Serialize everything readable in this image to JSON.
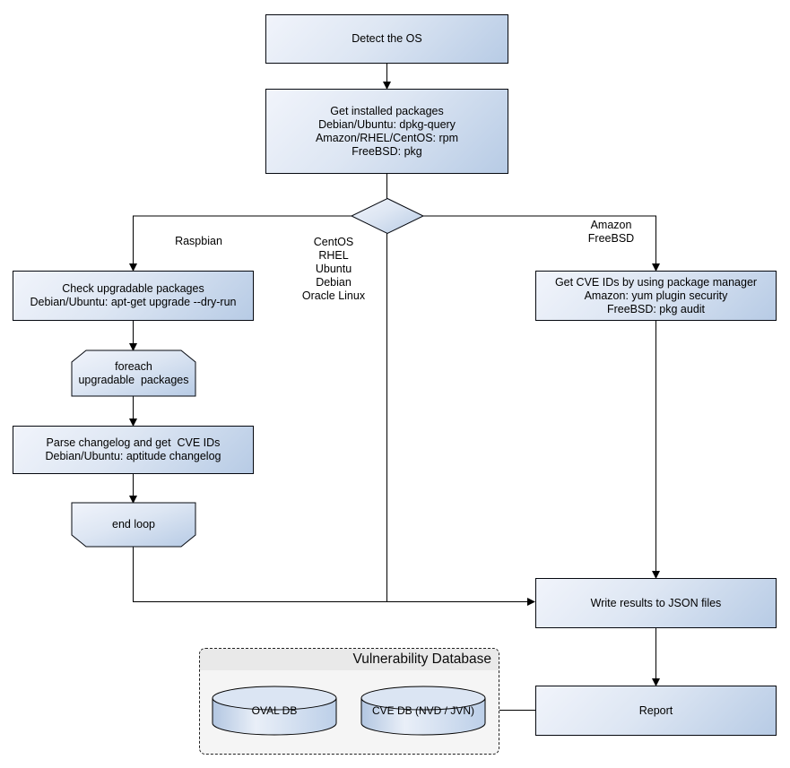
{
  "nodes": {
    "detect_os": "Detect the OS",
    "get_installed_packages": "Get installed packages\nDebian/Ubuntu: dpkg-query\nAmazon/RHEL/CentOS: rpm\nFreeBSD: pkg",
    "check_upgradable": "Check upgradable packages\nDebian/Ubuntu: apt-get upgrade --dry-run",
    "foreach_loop": "foreach\nupgradable  packages",
    "parse_changelog": "Parse changelog and get  CVE IDs\nDebian/Ubuntu: aptitude changelog",
    "end_loop": "end loop",
    "get_cve_ids": "Get CVE IDs by using package manager\nAmazon: yum plugin security\nFreeBSD: pkg audit",
    "write_results": "Write results to JSON files",
    "report": "Report"
  },
  "edge_labels": {
    "left_branch": "Raspbian",
    "middle_branch": "CentOS\nRHEL\nUbuntu\nDebian\nOracle Linux",
    "right_branch": "Amazon\nFreeBSD"
  },
  "vulnerability_database": {
    "title": "Vulnerability Database",
    "oval_db": "OVAL DB",
    "cve_db": "CVE DB (NVD / JVN)"
  },
  "colors": {
    "node_fill_light": "#f1f4fb",
    "node_fill_dark": "#b7cbe5",
    "node_border": "#05080f",
    "connector": "#000000",
    "db_panel_fill": "#f5f5f5",
    "db_panel_header": "#e9e9e9",
    "db_panel_border": "#222222",
    "cylinder_top_fill": "#dbe5f3"
  }
}
